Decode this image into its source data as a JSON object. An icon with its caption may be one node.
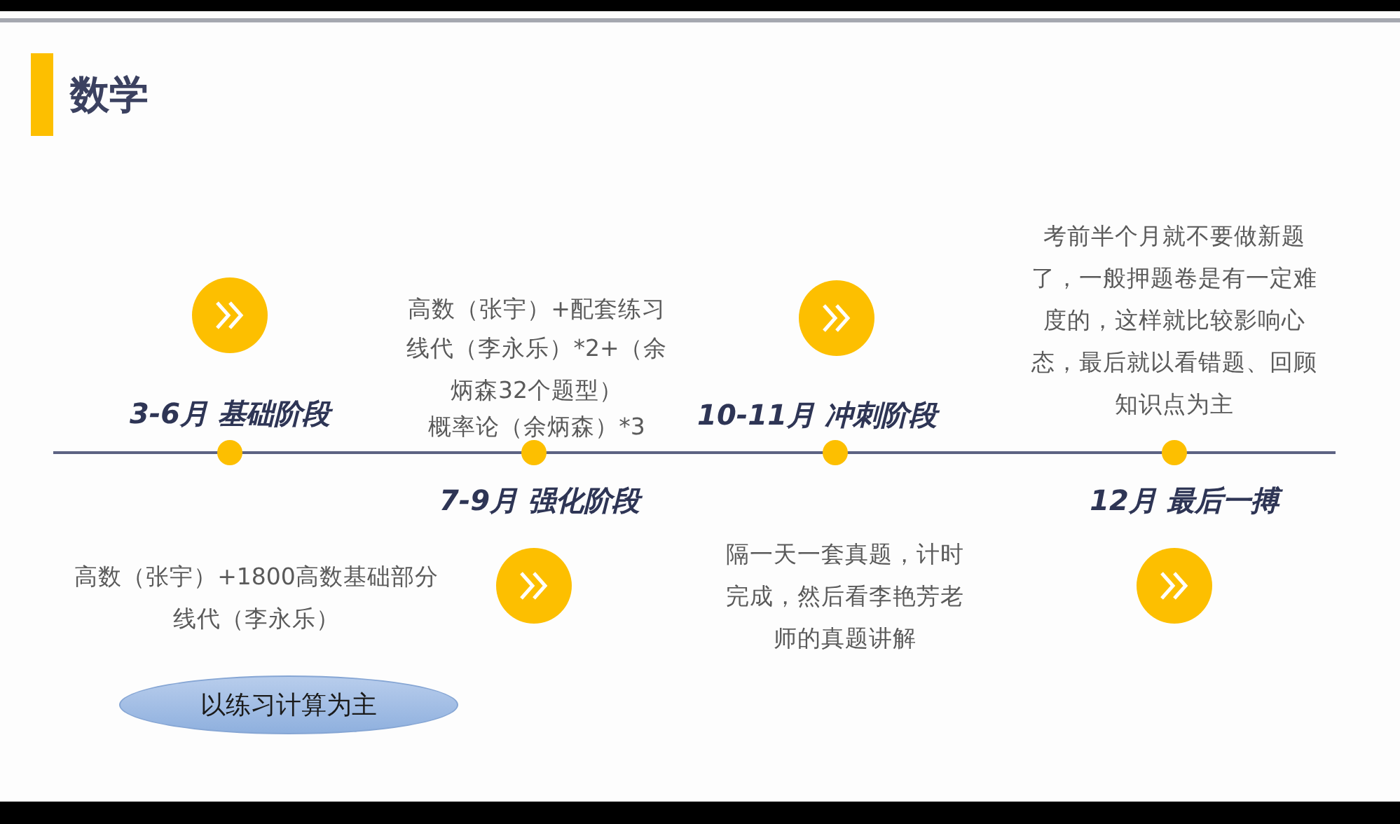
{
  "diagram": {
    "title": "数学",
    "nodes": [
      {
        "text": [
          "以练习计算为主"
        ]
      }
    ],
    "labels": [
      "3-6月 基础阶段",
      "高数（张宇）+1800高数基础部分",
      "线代（李永乐）",
      "高数（张宇）+配套练习",
      "线代（李永乐）*2+（余炳森32个题型）",
      "概率论（余炳森）*3",
      "7-9月 强化阶段",
      "10-11月 冲刺阶段",
      "隔一天一套真题，计时完成，然后看李艳芳老师的真题讲解",
      "考前半个月就不要做新题了，一般押题卷是有一定难度的，这样就比较影响心态，最后就以看错题、回顾知识点为主",
      "12月 最后一搏"
    ]
  }
}
